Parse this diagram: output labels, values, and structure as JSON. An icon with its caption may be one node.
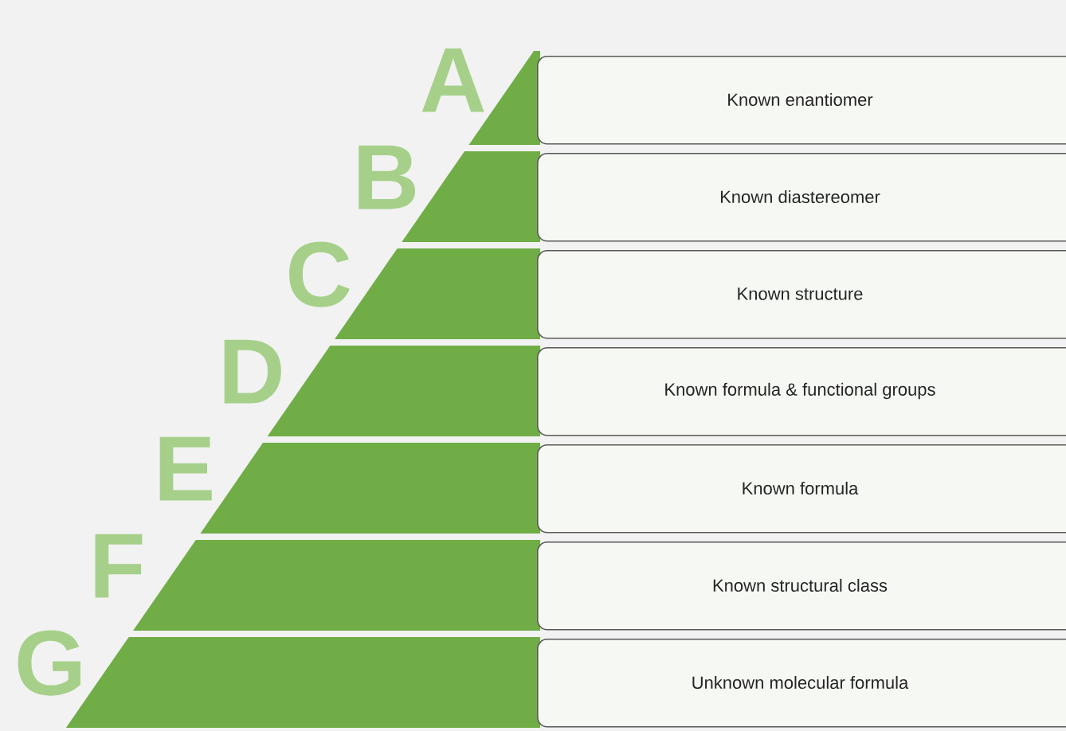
{
  "diagram": {
    "nodes": [
      {
        "text": [
          "Known enantiomer"
        ]
      },
      {
        "text": [
          "Known diastereomer"
        ]
      },
      {
        "text": [
          "Known structure"
        ]
      },
      {
        "text": [
          "Known formula & functional groups"
        ]
      },
      {
        "text": [
          "Known formula"
        ]
      },
      {
        "text": [
          "Known structural class"
        ]
      },
      {
        "text": [
          "Unknown molecular formula"
        ]
      }
    ],
    "labels": [
      "A",
      "B",
      "C",
      "D",
      "E",
      "F",
      "G"
    ]
  }
}
